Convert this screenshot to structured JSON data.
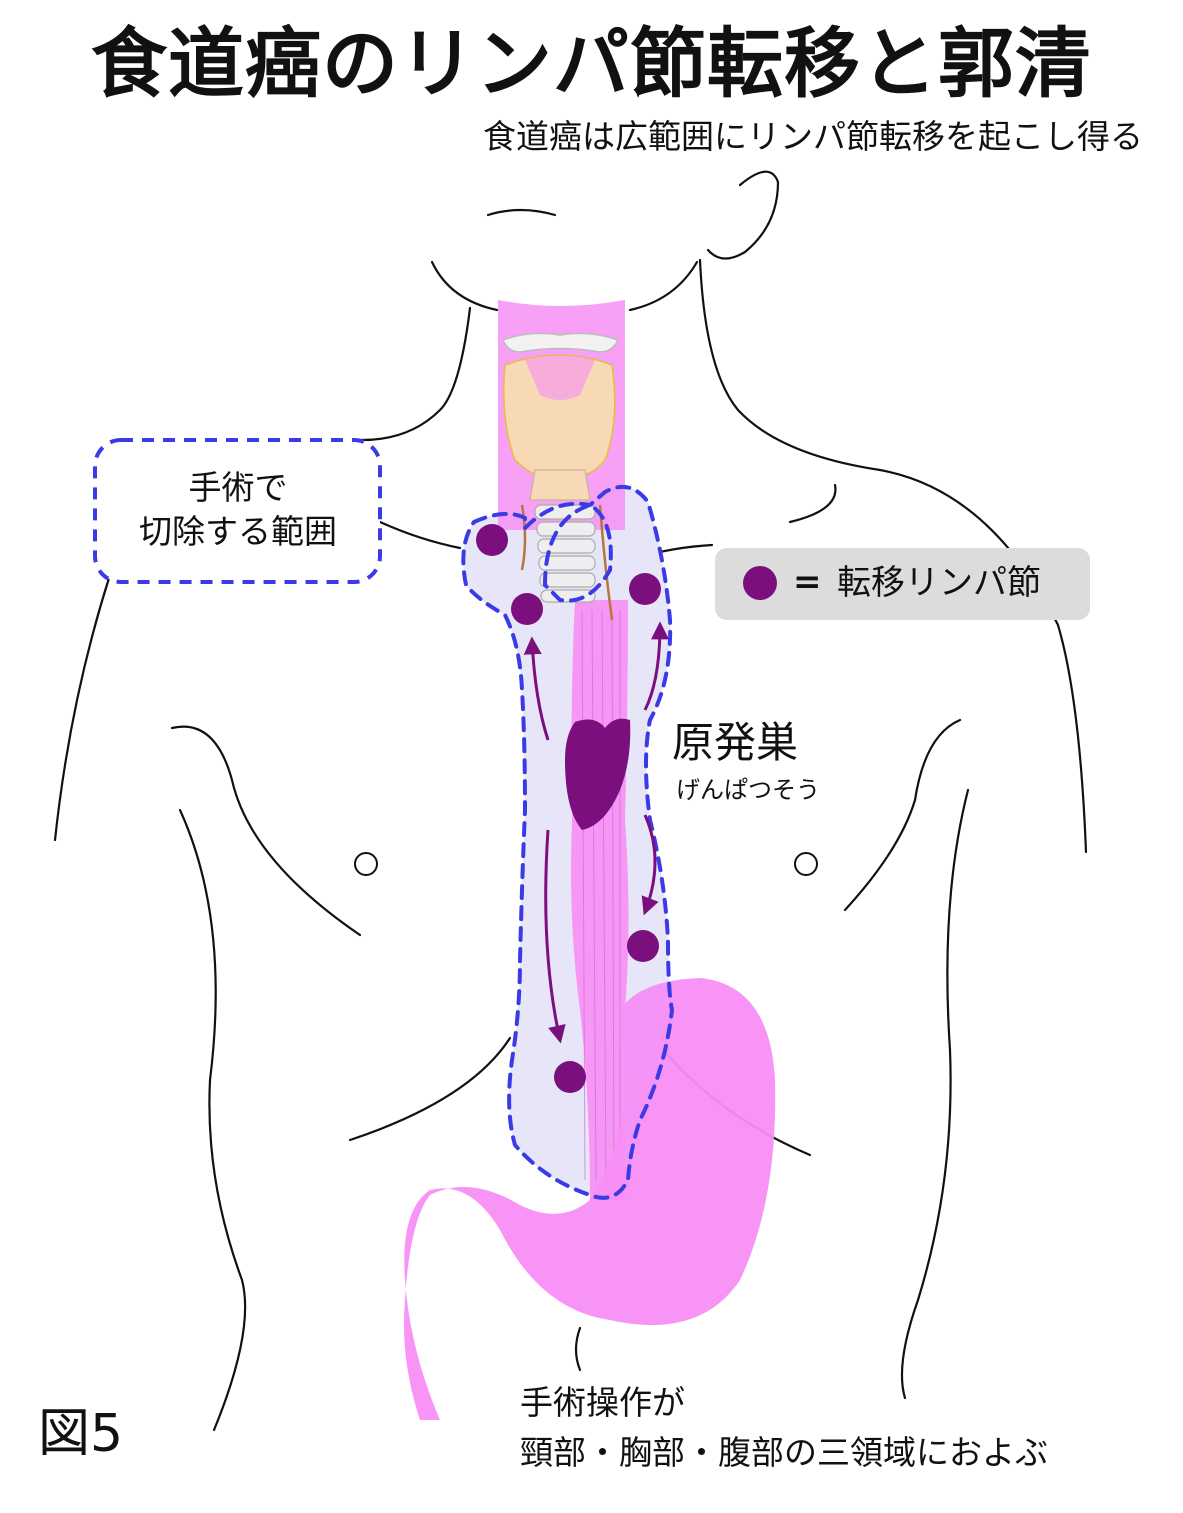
{
  "title": "食道癌のリンパ節転移と郭清",
  "subtitle": "食道癌は広範囲にリンパ節転移を起こし得る",
  "resection_box": {
    "line1": "手術で",
    "line2": "切除する範囲"
  },
  "legend": {
    "equals": "=",
    "label": "転移リンパ節"
  },
  "primary_tumor": {
    "label": "原発巣",
    "reading": "げんぱつそう"
  },
  "surgery_note": {
    "line1": "手術操作が",
    "line2": "頸部・胸部・腹部の三領域におよぶ"
  },
  "figure_number": "図5",
  "colors": {
    "outline": "#111111",
    "esophagus": "#f78ef5",
    "stomach": "#f78ef5",
    "resection_region_fill": "#e6e6f8",
    "resection_border": "#3a3ae6",
    "metastatic_node": "#7c0f7e",
    "tumor": "#7c0f7e",
    "arrow": "#7c0f7e",
    "thyroid": "#f7d9b5",
    "legend_bg": "#dcdcdc"
  }
}
